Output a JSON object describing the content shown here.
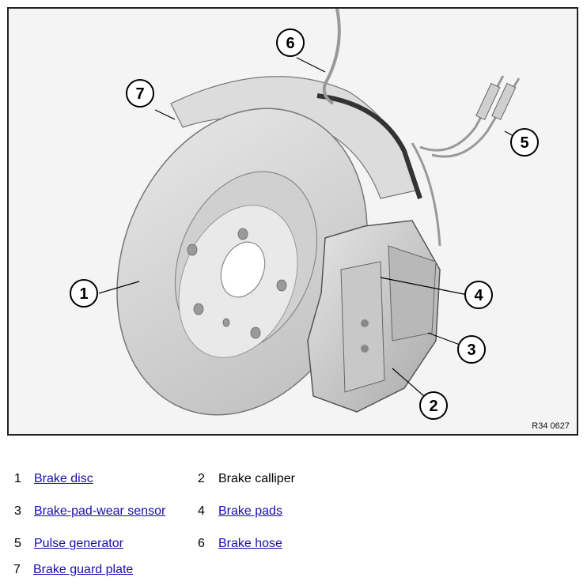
{
  "figure": {
    "code": "R34 0627",
    "callouts": [
      "1",
      "2",
      "3",
      "4",
      "5",
      "6",
      "7"
    ]
  },
  "legend": [
    {
      "num": "1",
      "label": "Brake disc",
      "link": true
    },
    {
      "num": "2",
      "label": "Brake calliper",
      "link": false
    },
    {
      "num": "3",
      "label": "Brake-pad-wear sensor",
      "link": true
    },
    {
      "num": "4",
      "label": "Brake pads",
      "link": true
    },
    {
      "num": "5",
      "label": "Pulse generator",
      "link": true
    },
    {
      "num": "6",
      "label": "Brake hose",
      "link": true
    },
    {
      "num": "7",
      "label": "Brake guard plate",
      "link": true
    }
  ],
  "colors": {
    "link": "#1a0dab",
    "text": "#000000",
    "frame": "#222222"
  }
}
